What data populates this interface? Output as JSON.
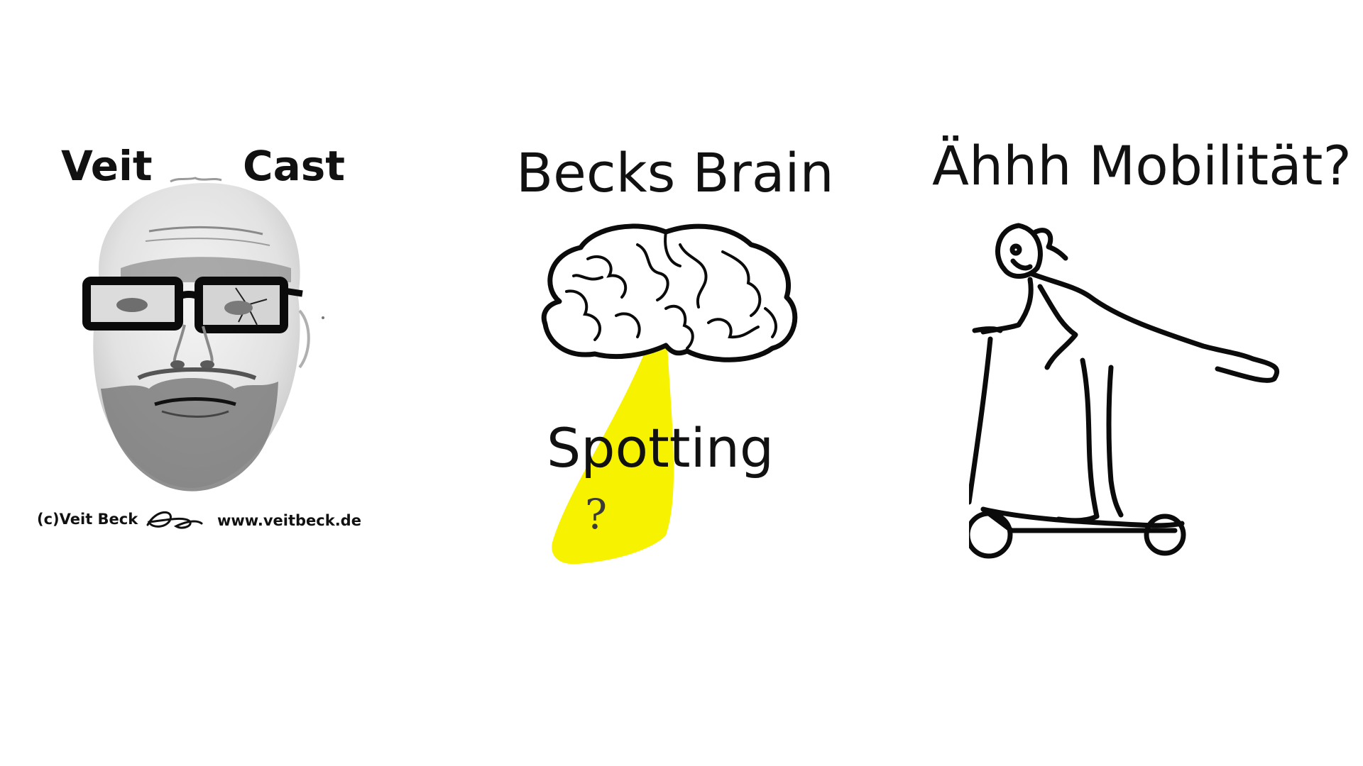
{
  "veit_cast": {
    "word_left": "Veit",
    "word_right": "Cast",
    "credit": "(c)Veit Beck",
    "website": "www.veitbeck.de",
    "portrait_icon": "bald-man-with-glasses-portrait-icon",
    "signature_icon": "handwritten-signature-icon"
  },
  "becks_brain": {
    "title": "Becks Brain",
    "label": "Spotting",
    "question_mark": "?",
    "brain_icon": "brain-icon",
    "spotlight_icon": "spotlight-beam-icon",
    "spotlight_color": "#f7f200"
  },
  "mobility": {
    "title": "Ähhh Mobilität?",
    "scooter_icon": "person-on-e-scooter-icon"
  }
}
